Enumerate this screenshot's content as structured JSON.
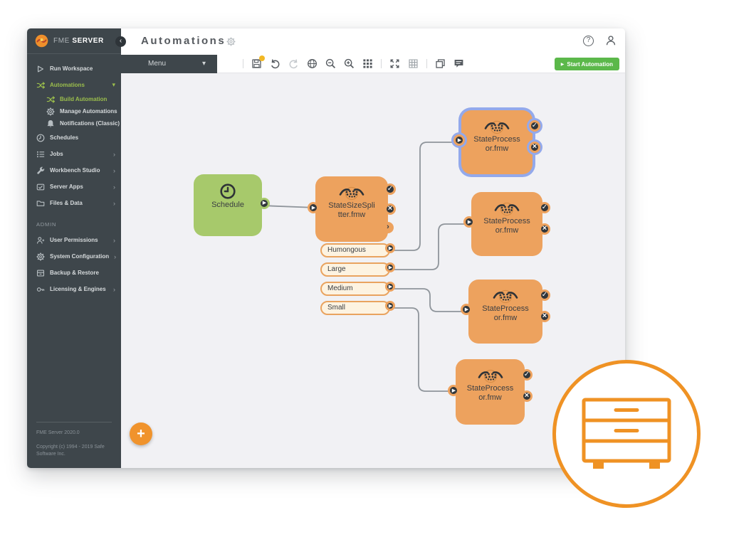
{
  "colors": {
    "sidebar_bg": "#3e464b",
    "canvas_bg": "#f1f1f4",
    "node_orange": "#eda25e",
    "node_green": "#a7c96b",
    "accent_orange": "#ef9224",
    "active_green": "#9bbe4c",
    "button_green": "#5bb84a",
    "selection_blue": "#93a9eb",
    "port_dark": "#31373c",
    "pill_bg": "#fdf3e1",
    "badge_yellow": "#f2b824"
  },
  "glyphs": {
    "check": "✓",
    "cross": "×",
    "play": "▶",
    "chevron_right": "›",
    "chevron_down": "▾",
    "chevron_left": "‹",
    "help": "?",
    "plus": "+"
  },
  "brand": {
    "part1": "FME",
    "part2": "SERVER"
  },
  "header": {
    "title": "Automations"
  },
  "toolbar": {
    "menu_label": "Menu",
    "start_button": "Start Automation",
    "icons": [
      "save",
      "undo",
      "redo",
      "globe",
      "zoom-out",
      "zoom-in",
      "grid-dots",
      "fit-to-screen",
      "snap-grid",
      "new-window",
      "comments"
    ]
  },
  "sidebar": {
    "items": [
      {
        "label": "Run Workspace",
        "icon": "play"
      },
      {
        "label": "Automations",
        "icon": "shuffle",
        "state": "active-expanded"
      },
      {
        "label": "Build Automation",
        "icon": "shuffle",
        "state": "active-sub"
      },
      {
        "label": "Manage Automations",
        "icon": "gear"
      },
      {
        "label": "Notifications (Classic)",
        "icon": "bell"
      },
      {
        "label": "Schedules",
        "icon": "clock"
      },
      {
        "label": "Jobs",
        "icon": "list"
      },
      {
        "label": "Workbench Studio",
        "icon": "wrench"
      },
      {
        "label": "Server Apps",
        "icon": "apps"
      },
      {
        "label": "Files & Data",
        "icon": "folder"
      },
      {
        "label": "User Permissions",
        "icon": "user-plus"
      },
      {
        "label": "System Configuration",
        "icon": "gear"
      },
      {
        "label": "Backup & Restore",
        "icon": "box"
      },
      {
        "label": "Licensing & Engines",
        "icon": "key"
      }
    ],
    "section_admin": "ADMIN",
    "footer": {
      "version": "FME Server 2020.0",
      "copyright": "Copyright (c) 1994 - 2019 Safe Software Inc."
    }
  },
  "workflow": {
    "trigger": {
      "label": "Schedule",
      "type": "schedule"
    },
    "splitter": {
      "label": "StateSizeSplitter.fmw",
      "type": "workspace"
    },
    "outputs": [
      "Humongous",
      "Large",
      "Medium",
      "Small"
    ],
    "processors": [
      {
        "label": "StateProcessor.fmw",
        "selected": true
      },
      {
        "label": "StateProcessor.fmw"
      },
      {
        "label": "StateProcessor.fmw"
      },
      {
        "label": "StateProcessor.fmw"
      }
    ]
  }
}
